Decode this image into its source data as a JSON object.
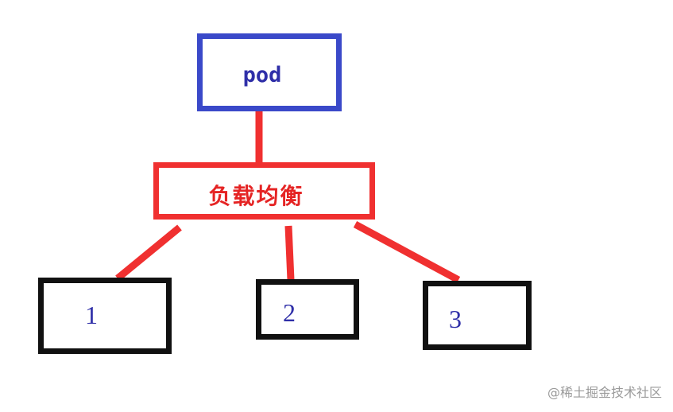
{
  "diagram": {
    "top_node": {
      "label": "pod",
      "border_color": "#3a49c9",
      "text_color": "#2f2fa8"
    },
    "middle_node": {
      "label": "负载均衡",
      "border_color": "#f03030",
      "text_color": "#e52424"
    },
    "bottom_nodes": [
      {
        "label": "1"
      },
      {
        "label": "2"
      },
      {
        "label": "3"
      }
    ],
    "bottom_border_color": "#111111",
    "connector_color": "#f03030"
  },
  "watermark": {
    "text": "@稀土掘金技术社区"
  }
}
